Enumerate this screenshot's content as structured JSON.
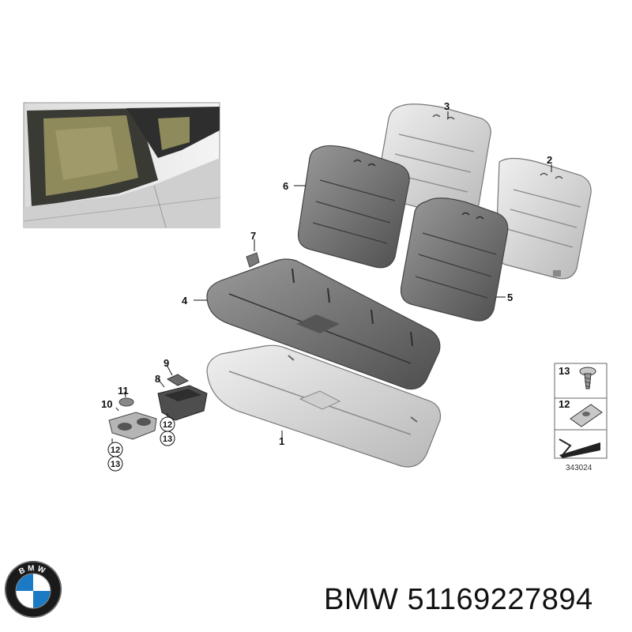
{
  "callouts": {
    "c1": "1",
    "c2": "2",
    "c3": "3",
    "c4": "4",
    "c5": "5",
    "c6": "6",
    "c7": "7",
    "c8": "8",
    "c9": "9",
    "c10": "10",
    "c11": "11",
    "c12a": "12",
    "c13a": "13",
    "c12b": "12",
    "c13b": "13"
  },
  "legend": {
    "item13": "13",
    "item12": "12"
  },
  "figure_number": "343024",
  "brand_logo_text": "BMW",
  "caption": {
    "brand": "BMW",
    "part_number": "51169227894"
  },
  "colors": {
    "seat_dark": "#6e6e6e",
    "seat_light": "#d6d6d6",
    "bmw_blue": "#1b7ac4"
  }
}
